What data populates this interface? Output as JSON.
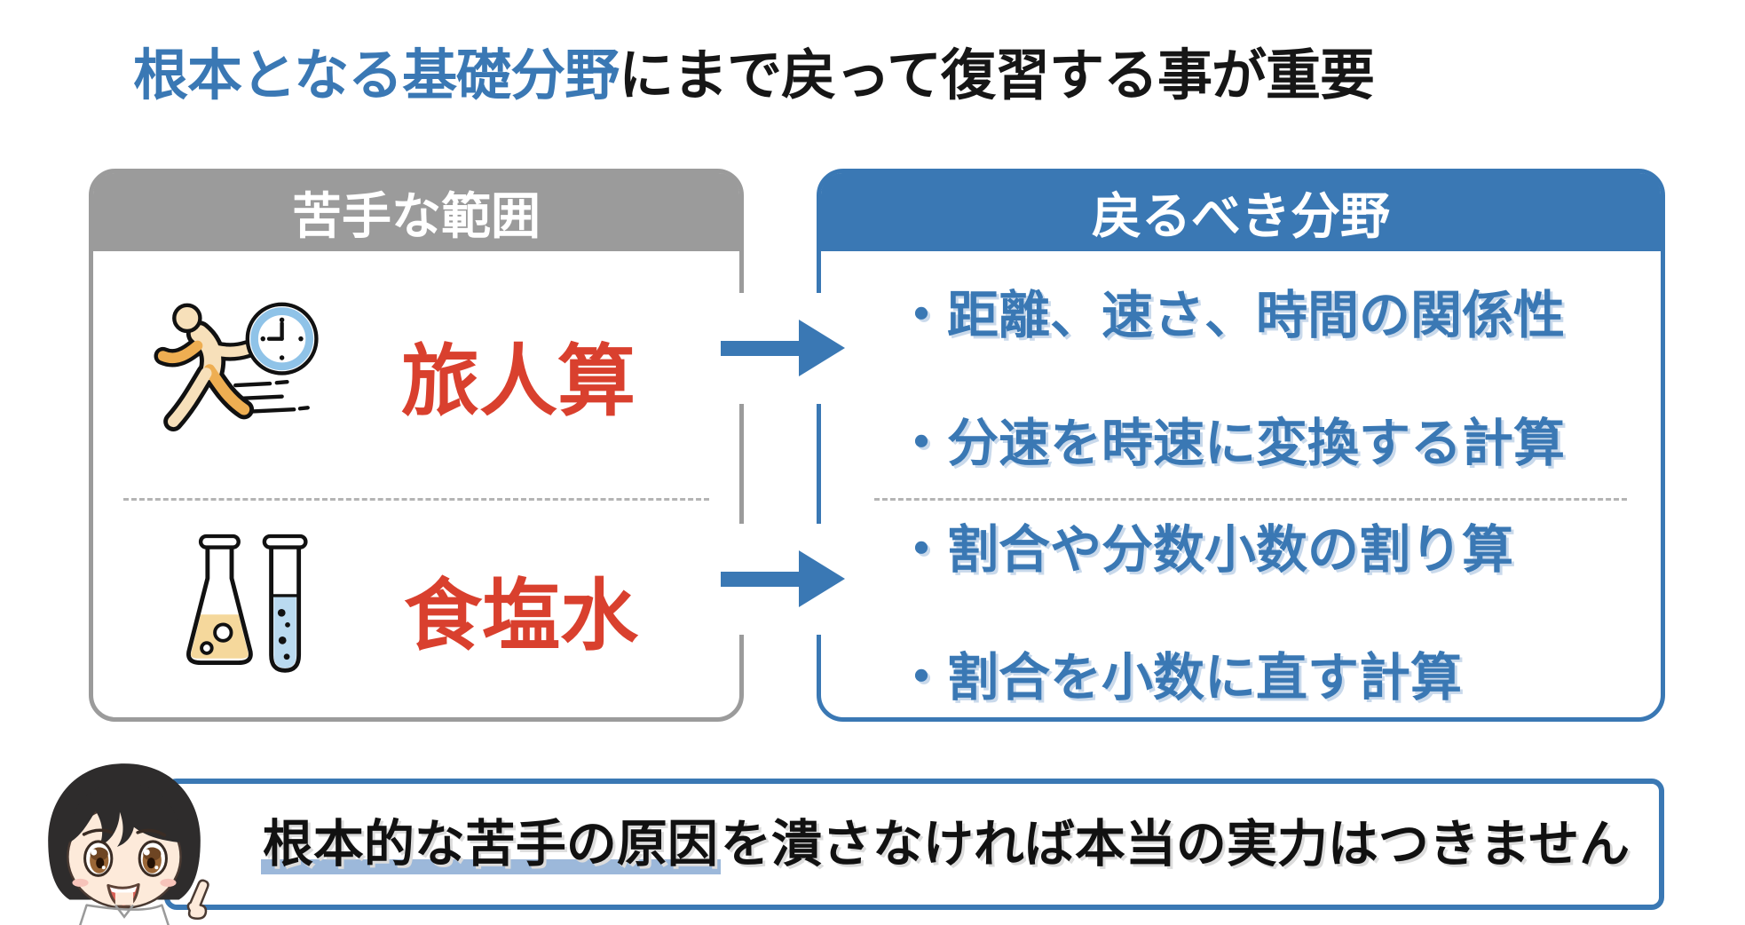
{
  "title": {
    "highlight": "根本となる基礎分野",
    "rest": "にまで戻って復習する事が重要"
  },
  "left_panel": {
    "header": "苦手な範囲",
    "row1_label": "旅人算",
    "row2_label": "食塩水",
    "row1_icon": "runner-with-clock",
    "row2_icon": "flask-and-testtube"
  },
  "right_panel": {
    "header": "戻るべき分野",
    "row1_bullets": [
      "・距離、速さ、時間の関係性",
      "・分速を時速に変換する計算"
    ],
    "row2_bullets": [
      "・割合や分数小数の割り算",
      "・割合を小数に直す計算"
    ]
  },
  "bottom_note": {
    "underlined": "根本的な苦手の原因",
    "rest": "を潰さなければ本当の実力はつきません"
  },
  "colors": {
    "accent_blue": "#3a78b4",
    "accent_red": "#d9402e",
    "header_gray": "#9b9b9b",
    "underline_blue": "#9cb8da",
    "bullet_shadow": "#c9d9eb"
  }
}
